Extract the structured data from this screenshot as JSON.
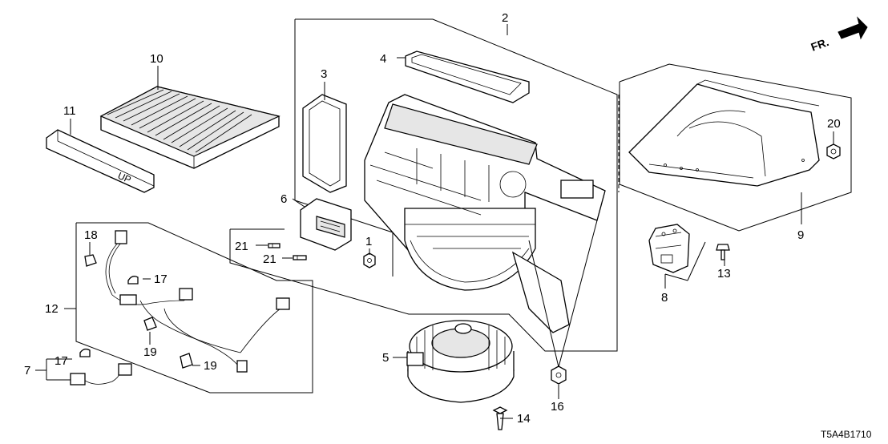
{
  "diagram": {
    "front_indicator": "FR.",
    "diagram_code": "T5A4B1710",
    "callouts": {
      "p1": "1",
      "p2": "2",
      "p3": "3",
      "p4": "4",
      "p5": "5",
      "p6": "6",
      "p7": "7",
      "p8": "8",
      "p9": "9",
      "p10": "10",
      "p11": "11",
      "p12": "12",
      "p13": "13",
      "p14": "14",
      "p16": "16",
      "p17a": "17",
      "p17b": "17",
      "p18": "18",
      "p19a": "19",
      "p19b": "19",
      "p20": "20",
      "p21a": "21",
      "p21b": "21"
    },
    "filter_mark": "UP"
  }
}
